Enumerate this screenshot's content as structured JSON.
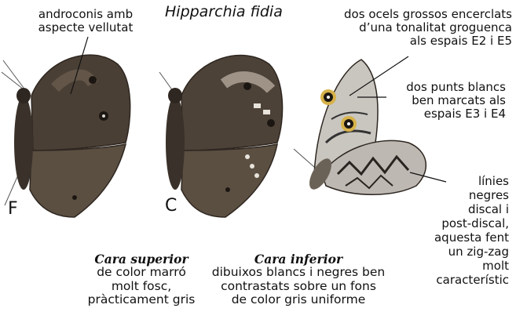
{
  "title": "Hipparchia fidia",
  "labels": {
    "androconis": [
      "androconis amb",
      "aspecte vellutat"
    ],
    "ocels": [
      "dos ocels grossos encerclats",
      "d’una tonalitat groguenca",
      "als espais E2 i E5"
    ],
    "punts": [
      "dos punts blancs",
      "ben marcats als",
      "espais E3 i E4"
    ],
    "linies": [
      "línies",
      "negres",
      "discal i",
      "post-discal,",
      "aquesta fent",
      "un zig-zag",
      "molt",
      "característic"
    ]
  },
  "sex_marks": {
    "male": "F",
    "female": "C"
  },
  "captions": {
    "superior": {
      "heading": "Cara superior",
      "lines": [
        "de color marró",
        "molt fosc,",
        "pràcticament gris"
      ]
    },
    "inferior": {
      "heading": "Cara inferior",
      "lines": [
        "dibuixos blancs i negres ben",
        "contrastats sobre un fons",
        "de color gris uniforme"
      ]
    }
  },
  "colors": {
    "wing_dark": "#4a3f35",
    "wing_mid": "#6e6152",
    "underside_grey": "#c9c6c0",
    "ocellus_yellow": "#d7b24a"
  }
}
